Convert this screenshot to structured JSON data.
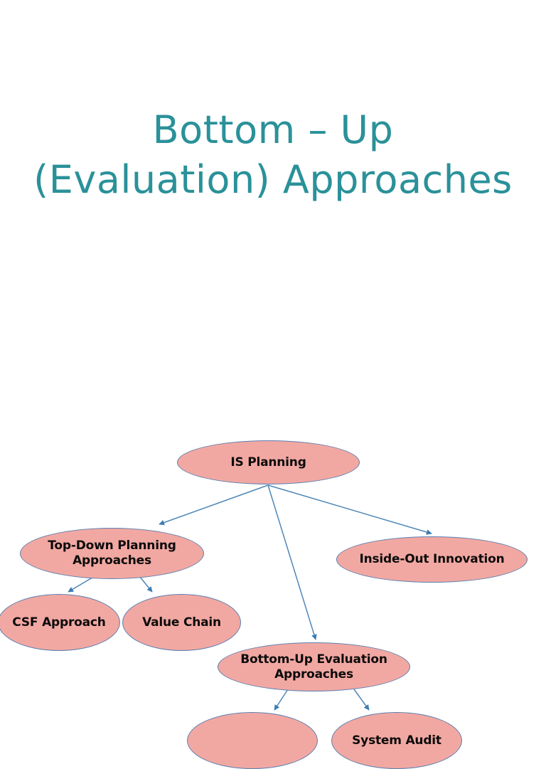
{
  "slide": {
    "background_color": "#ffffff",
    "title": {
      "color": "#2a9199",
      "lines": [
        "Bottom – Up",
        "(Evaluation) Approaches"
      ]
    }
  },
  "diagram": {
    "type": "tree",
    "node_fill_color": "#f2a8a2",
    "node_border_color": "#5a7fb0",
    "edge_color": "#4e87b8",
    "node_text_color": "#0b0b0b",
    "nodes": [
      {
        "id": "is-planning",
        "label": "IS Planning",
        "level": 0
      },
      {
        "id": "top-down",
        "label": "Top-Down Planning\nApproaches",
        "level": 1
      },
      {
        "id": "inside-out",
        "label": "Inside-Out Innovation",
        "level": 1
      },
      {
        "id": "bottom-up",
        "label": "Bottom-Up Evaluation\nApproaches",
        "level": 1
      },
      {
        "id": "csf",
        "label": "CSF Approach",
        "level": 2
      },
      {
        "id": "value-chain",
        "label": "Value Chain",
        "level": 2
      },
      {
        "id": "leaf-left",
        "label": "",
        "level": 2
      },
      {
        "id": "leaf-right",
        "label": "System Audit",
        "level": 2
      }
    ],
    "edges": [
      {
        "from": "is-planning",
        "to": "top-down"
      },
      {
        "from": "is-planning",
        "to": "bottom-up"
      },
      {
        "from": "is-planning",
        "to": "inside-out"
      },
      {
        "from": "top-down",
        "to": "csf"
      },
      {
        "from": "top-down",
        "to": "value-chain"
      },
      {
        "from": "bottom-up",
        "to": "leaf-left"
      },
      {
        "from": "bottom-up",
        "to": "leaf-right"
      }
    ]
  }
}
